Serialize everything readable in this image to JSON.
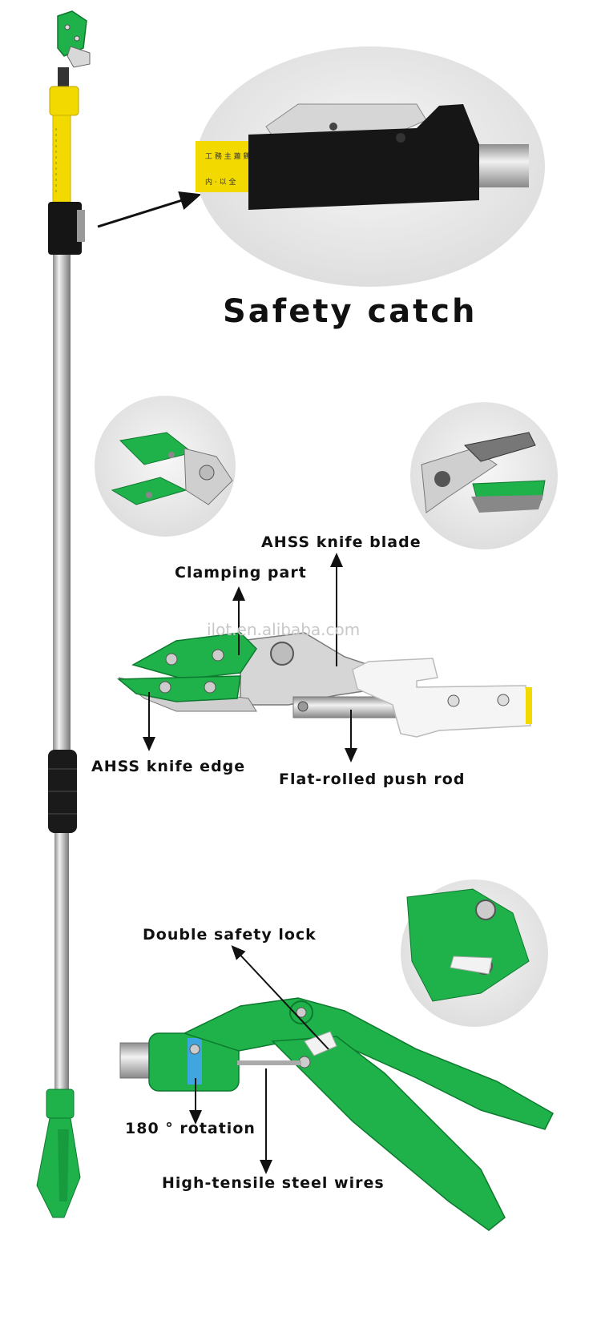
{
  "title": "Safety catch",
  "watermark": "ilot.en.alibaba.com",
  "labels": {
    "ahss_blade": "AHSS knife blade",
    "clamping": "Clamping part",
    "ahss_edge": "AHSS knife edge",
    "push_rod": "Flat-rolled push rod",
    "double_lock": "Double safety lock",
    "rotation": "180 ° rotation",
    "steel_wires": "High-tensile steel wires"
  },
  "colors": {
    "green": "#1fb14a",
    "yellow": "#f2d900",
    "black": "#151515",
    "steel": "#c9c9c9",
    "white_part": "#f5f5f5"
  }
}
